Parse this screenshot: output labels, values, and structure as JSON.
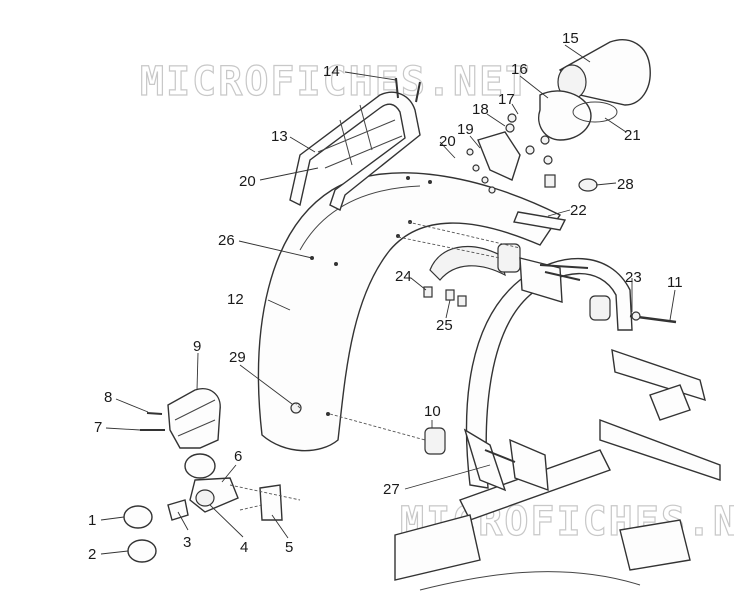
{
  "watermark": {
    "top": "MICROFICHES.NET",
    "bottom": "MICROFICHES.NET"
  },
  "callouts": [
    "1",
    "2",
    "3",
    "4",
    "5",
    "6",
    "7",
    "8",
    "9",
    "10",
    "11",
    "12",
    "13",
    "14",
    "15",
    "16",
    "17",
    "18",
    "19",
    "20",
    "20",
    "21",
    "22",
    "23",
    "24",
    "25",
    "26",
    "27",
    "28",
    "29"
  ]
}
